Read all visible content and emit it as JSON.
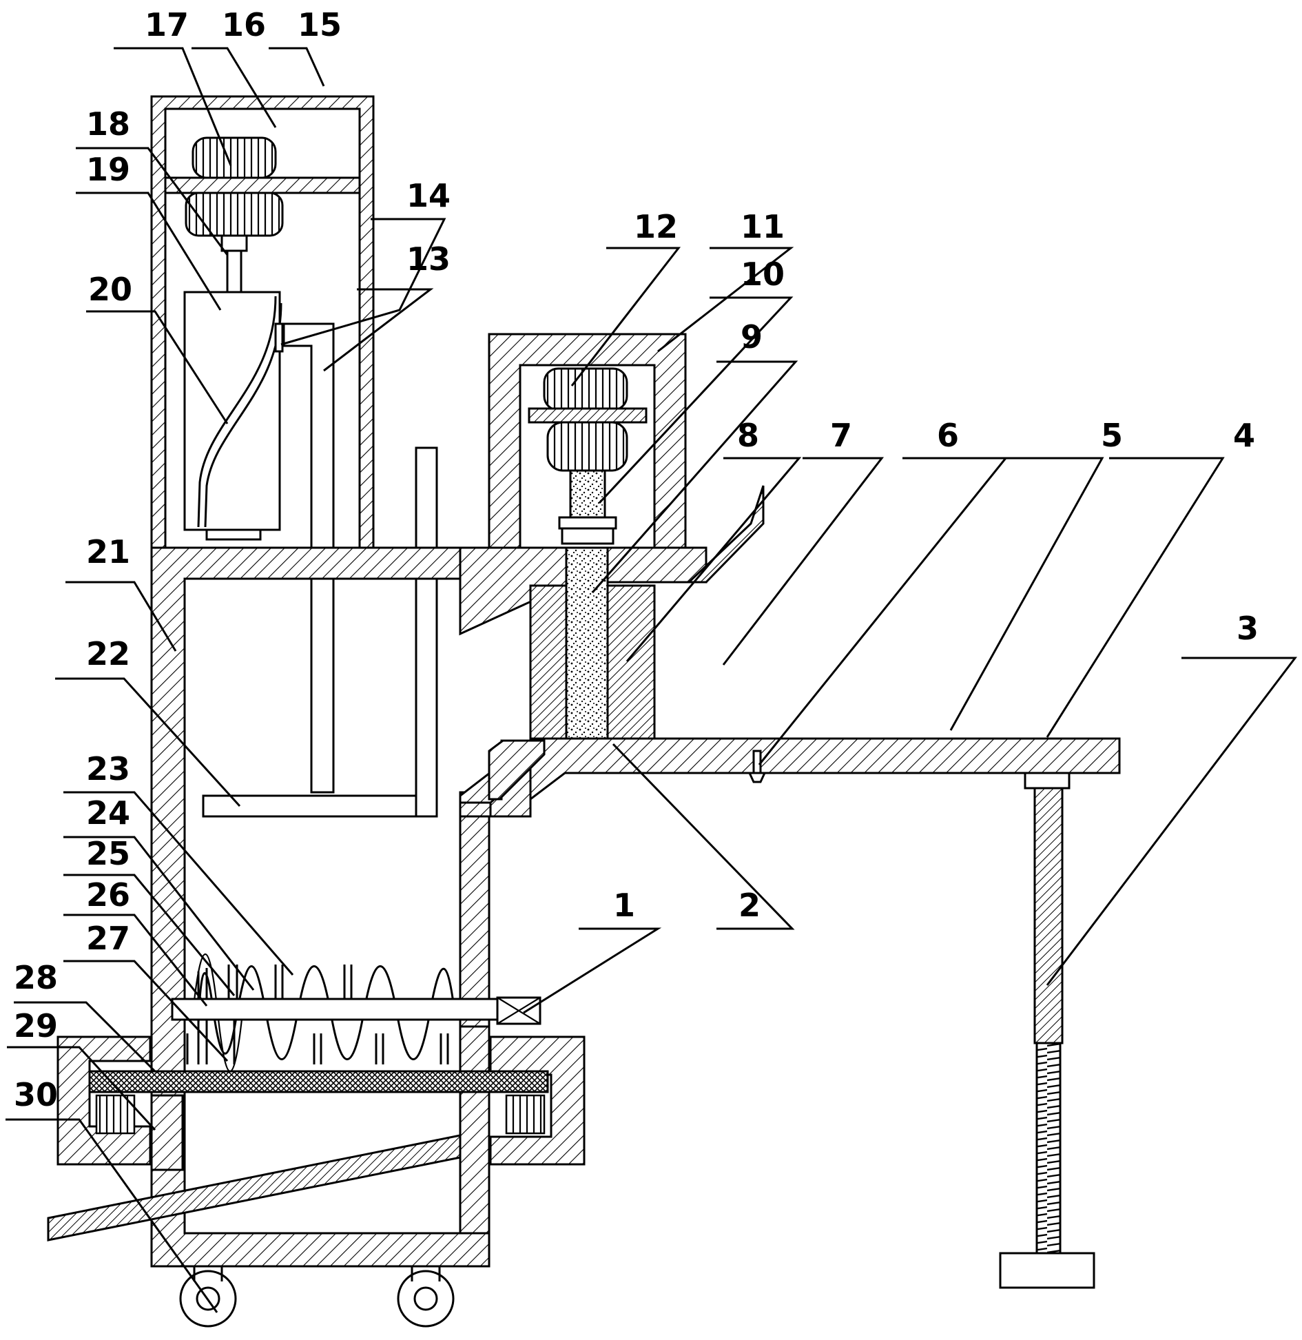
{
  "figure": {
    "background": "#ffffff",
    "line_color": "#000000",
    "labels": [
      "1",
      "2",
      "3",
      "4",
      "5",
      "6",
      "7",
      "8",
      "9",
      "10",
      "11",
      "12",
      "13",
      "14",
      "15",
      "16",
      "17",
      "18",
      "19",
      "20",
      "21",
      "22",
      "23",
      "24",
      "25",
      "26",
      "27",
      "28",
      "29",
      "30"
    ]
  }
}
